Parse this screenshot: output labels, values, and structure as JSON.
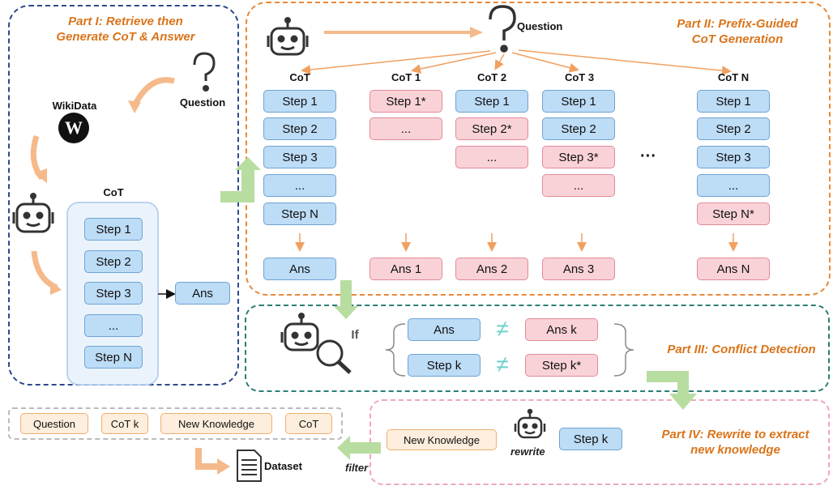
{
  "part1": {
    "title": "Part I: Retrieve then\nGenerate CoT & Answer",
    "wikidata": "WikiData",
    "question": "Question",
    "cot_label": "CoT",
    "steps": [
      "Step 1",
      "Step 2",
      "Step 3",
      "...",
      "Step N"
    ],
    "answer": "Ans"
  },
  "part2": {
    "title": "Part II: Prefix-Guided\nCoT Generation",
    "question": "Question",
    "cot_labels": [
      "CoT",
      "CoT 1",
      "CoT 2",
      "CoT 3",
      "CoT N"
    ],
    "col0": [
      "Step 1",
      "Step 2",
      "Step 3",
      "...",
      "Step N"
    ],
    "col1": [
      "Step 1*",
      "..."
    ],
    "col2": [
      "Step 1",
      "Step 2*",
      "..."
    ],
    "col3": [
      "Step 1",
      "Step 2",
      "Step 3*",
      "..."
    ],
    "colN": [
      "Step 1",
      "Step 2",
      "Step 3",
      "...",
      "Step N*"
    ],
    "ellipsis": "···",
    "answers": [
      "Ans",
      "Ans 1",
      "Ans 2",
      "Ans 3",
      "Ans N"
    ]
  },
  "part3": {
    "title": "Part III: Conflict Detection",
    "if": "If",
    "row1": [
      "Ans",
      "Ans k"
    ],
    "row2": [
      "Step k",
      "Step k*"
    ],
    "neq": "≠"
  },
  "part4": {
    "title": "Part IV: Rewrite to extract\nnew knowledge",
    "new_knowledge": "New Knowledge",
    "rewrite": "rewrite",
    "step": "Step k"
  },
  "dataset": {
    "items": [
      "Question",
      "CoT k",
      "New Knowledge",
      "CoT"
    ],
    "label": "Dataset",
    "filter": "filter"
  },
  "colors": {
    "orange": "#D9741A",
    "blue_fill": "#BDDCF6",
    "pink_fill": "#F9D2D8",
    "arrow_green": "#B8DDA0",
    "arrow_orange": "#F5B98A"
  }
}
